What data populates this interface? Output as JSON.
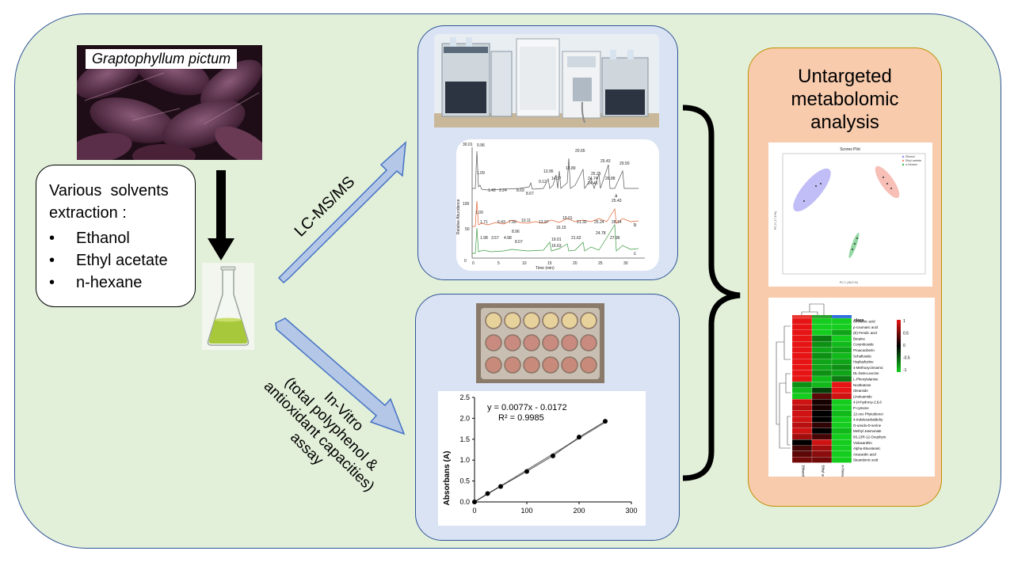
{
  "plant": {
    "species": "Graptophyllum pictum"
  },
  "extraction": {
    "title_line1": "Various  solvents",
    "title_line2": "extraction :",
    "solvents": [
      "Ethanol",
      "Ethyl acetate",
      "n-hexane"
    ]
  },
  "arrows": {
    "lcms_label": "LC-MS/MS",
    "invitro_line1": "In-Vitro",
    "invitro_line2": "(total polyphenol &",
    "invitro_line3": "antioxidant capacities)",
    "invitro_line4": "assay"
  },
  "right_panel": {
    "title_line1": "Untargeted",
    "title_line2": "metabolomic",
    "title_line3": "analysis"
  },
  "chromatogram": {
    "y_label": "Relative Abundance",
    "x_label": "Time (min)",
    "top_labels": [
      "30.01",
      "0.96",
      "1.09",
      "1.42",
      "2.24",
      "8.69",
      "8.67",
      "9.12",
      "13.95",
      "14.17",
      "18.89",
      "20.65",
      "25.43",
      "24.74",
      "24.46",
      "25.25",
      "26.88",
      "29.50"
    ],
    "mid_labels": [
      "1.09",
      "1.71",
      "6.43",
      "7.90",
      "10.11",
      "13.97",
      "19.01",
      "16.15",
      "21.30",
      "25.24",
      "28.14",
      "25.43"
    ],
    "bottom_labels": [
      "1.98",
      "3.57",
      "4.98",
      "8.96",
      "8.07",
      "19.01",
      "16.63",
      "21.62",
      "24.78",
      "27.96"
    ],
    "trace_labels": [
      "a",
      "b",
      "c"
    ],
    "x_ticks": [
      "0",
      "5",
      "10",
      "15",
      "20",
      "25",
      "30"
    ],
    "y_ticks": [
      "100",
      "50",
      "0"
    ]
  },
  "chart_data": {
    "type": "scatter",
    "x": [
      0,
      25,
      50,
      100,
      150,
      200,
      250
    ],
    "y": [
      0.0,
      0.2,
      0.37,
      0.73,
      1.1,
      1.55,
      1.93
    ],
    "equation": "y = 0.0077x - 0.0172",
    "r2": "R² = 0.9985",
    "ylabel": "Absorbans (A)",
    "xlabel": "",
    "xlim": [
      0,
      300
    ],
    "ylim": [
      0,
      2.5
    ],
    "x_ticks": [
      "0",
      "100",
      "200",
      "300"
    ],
    "y_ticks": [
      "0.0",
      "0.5",
      "1.0",
      "1.5",
      "2.0",
      "2.5"
    ],
    "trendline": true,
    "grid": false
  },
  "scores_plot": {
    "title": "Scores Plot",
    "legend": [
      "Ethanol",
      "Ethyl acetate",
      "n-Hexane"
    ],
    "x_label": "PC 1 ( 80.2 %)",
    "y_label": "PC 2 ( 17.8 %)",
    "colors": [
      "#8e86f0",
      "#f08a7a",
      "#3bb85a"
    ]
  },
  "heatmap": {
    "class_label": "class",
    "legend_ticks": [
      "1",
      "0.5",
      "0",
      "-0.5",
      "-1"
    ],
    "columns": [
      "Ethanol",
      "Ethyl acetate",
      "n-Hexane"
    ],
    "class_colors": [
      "#e8352f",
      "#2ca02c",
      "#2f6fdc"
    ],
    "rows": [
      "Cinnamic acid",
      "p-coumaric acid",
      "(E)-Ferulic acid",
      "Betaine",
      "Corymboside",
      "Proacaciberin",
      "Schaftoside",
      "Haplophytine",
      "4-Methoxycinnamic",
      "DL-beta-Leucine",
      "L-Phenylalanine",
      "Nootkatone",
      "Oleamide",
      "Linoleamide",
      "4-(4-hydroxy-2,6,6",
      "P-cymene",
      "12-oxo Phytodienoi",
      "4-Indolecarbaldehy",
      "O-ureido-D-serine",
      "Methyl Jasmonate",
      "9S,13R-12-Oxophyto",
      "Violaxanthin",
      "Alpha-Eleostearic",
      "Anacardic acid",
      "Stearidonic acid"
    ],
    "values": [
      [
        1,
        -1,
        -1
      ],
      [
        1,
        -1,
        -1
      ],
      [
        1,
        -1,
        -0.8
      ],
      [
        1,
        -0.6,
        -1
      ],
      [
        1,
        -0.7,
        -0.9
      ],
      [
        1,
        -0.8,
        -0.8
      ],
      [
        1,
        -0.7,
        -0.9
      ],
      [
        1,
        -0.8,
        -0.8
      ],
      [
        1,
        -0.8,
        -0.7
      ],
      [
        1,
        -0.7,
        -0.8
      ],
      [
        1,
        -0.9,
        -0.6
      ],
      [
        -0.7,
        -0.9,
        1
      ],
      [
        -0.9,
        -0.3,
        1
      ],
      [
        -1,
        0.4,
        0.9
      ],
      [
        0.9,
        0.1,
        -1
      ],
      [
        0.8,
        0.1,
        -1
      ],
      [
        0.9,
        0.0,
        -0.9
      ],
      [
        0.9,
        0.0,
        -1
      ],
      [
        0.8,
        0.2,
        -1
      ],
      [
        0.9,
        0.0,
        -0.9
      ],
      [
        0.7,
        0.3,
        -1
      ],
      [
        0.0,
        0.9,
        -1
      ],
      [
        0.3,
        0.7,
        -1
      ],
      [
        0.4,
        0.6,
        -1
      ],
      [
        0.5,
        0.5,
        -1
      ]
    ]
  }
}
